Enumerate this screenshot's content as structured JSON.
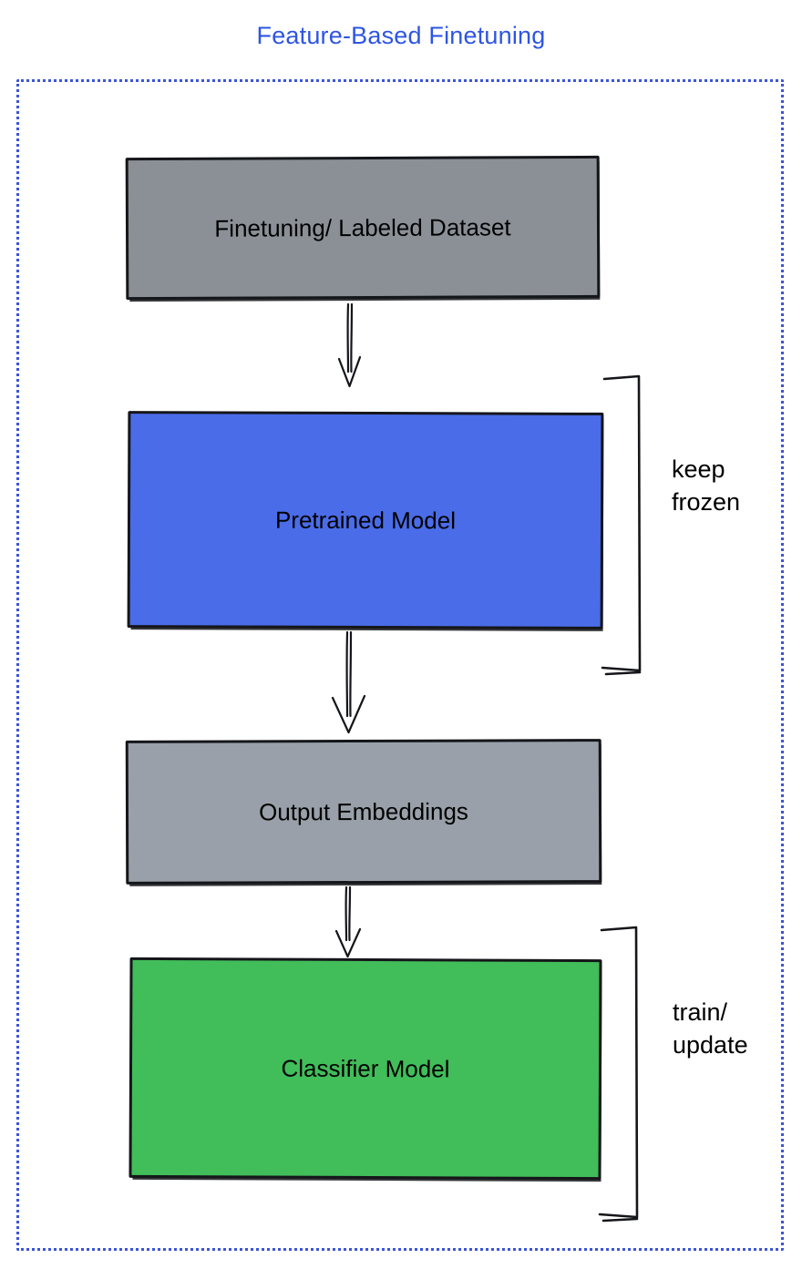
{
  "title": "Feature-Based Finetuning",
  "colors": {
    "title_text": "#2e55e2",
    "frame_border": "#3c55d9",
    "box_dataset_fill": "#8b9097",
    "box_pretrained_fill": "#4a6ce8",
    "box_embeddings_fill": "#99a0a9",
    "box_classifier_fill": "#41bd5a",
    "stroke": "#15161a",
    "label_text": "#000000"
  },
  "nodes": [
    {
      "id": "finetuning-dataset",
      "label": "Finetuning/ Labeled Dataset",
      "fill": "#8b9097"
    },
    {
      "id": "pretrained-model",
      "label": "Pretrained Model",
      "fill": "#4a6ce8"
    },
    {
      "id": "output-embeddings",
      "label": "Output Embeddings",
      "fill": "#99a0a9"
    },
    {
      "id": "classifier-model",
      "label": "Classifier Model",
      "fill": "#41bd5a"
    }
  ],
  "edges": [
    {
      "from": "Finetuning/ Labeled Dataset",
      "to": "Pretrained Model"
    },
    {
      "from": "Pretrained Model",
      "to": "Output Embeddings"
    },
    {
      "from": "Output Embeddings",
      "to": "Classifier Model"
    }
  ],
  "annotations": [
    {
      "id": "keep-frozen",
      "label": "keep\nfrozen",
      "attached_to": "Pretrained Model"
    },
    {
      "id": "train-update",
      "label": "train/\nupdate",
      "attached_to": "Classifier Model"
    }
  ]
}
